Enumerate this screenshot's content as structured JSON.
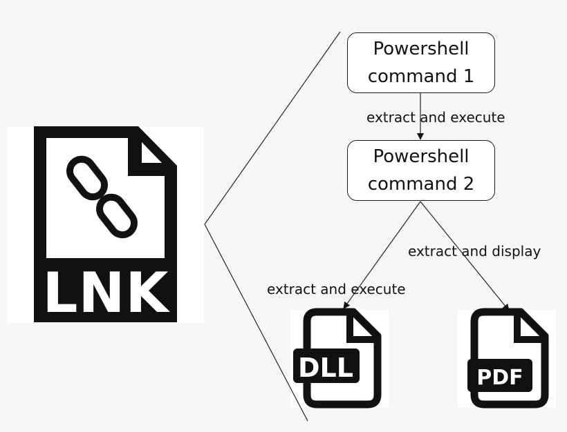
{
  "nodes": {
    "command_1": {
      "line1": "Powershell",
      "line2": "command 1"
    },
    "command_2": {
      "line1": "Powershell",
      "line2": "command 2"
    }
  },
  "edges": {
    "cmd1_to_cmd2": "extract and execute",
    "cmd2_to_dll": "extract and execute",
    "cmd2_to_pdf": "extract and display"
  },
  "icons": {
    "lnk_file": {
      "icon": "lnk-file-icon",
      "text": "LNK"
    },
    "dll_file": {
      "icon": "dll-file-icon",
      "text": "DLL"
    },
    "pdf_file": {
      "icon": "pdf-file-icon",
      "text": "PDF"
    }
  },
  "colors": {
    "background": "#f6f6f6",
    "ink": "#111111",
    "paper": "#ffffff"
  }
}
